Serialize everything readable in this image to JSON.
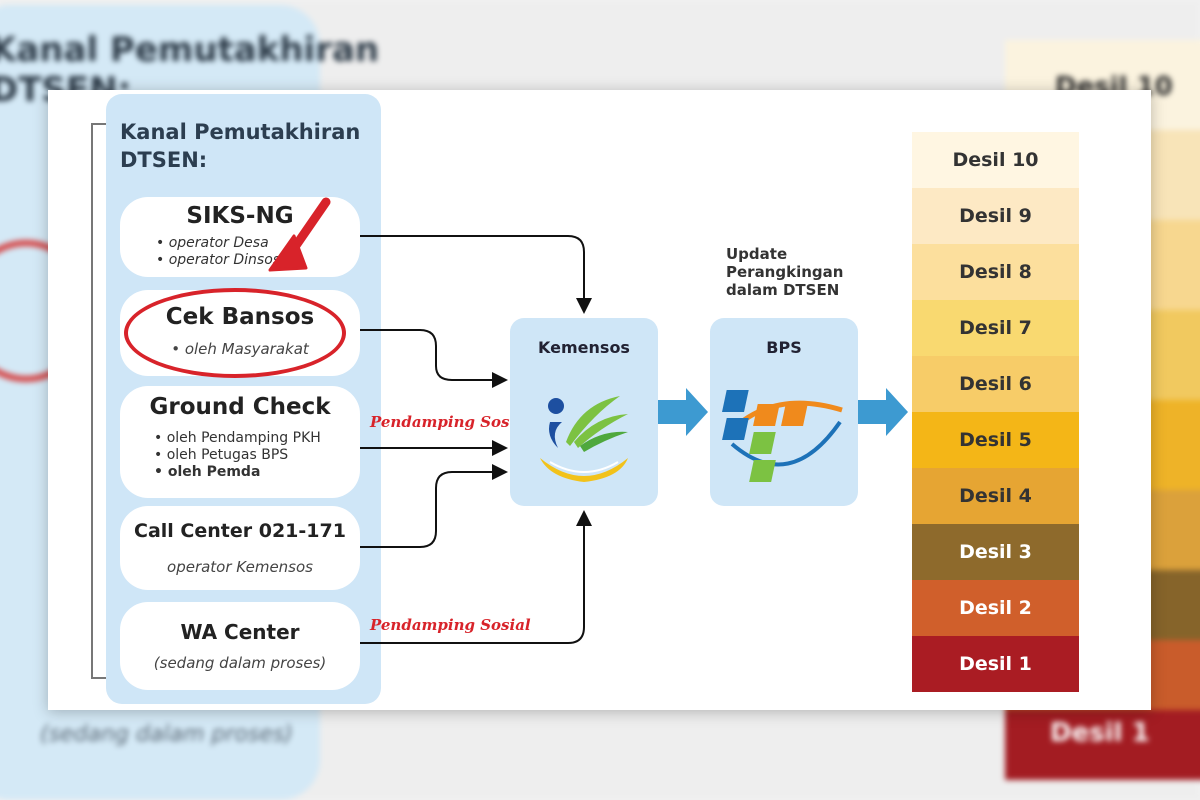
{
  "background": {
    "title": "Kanal Pemutakhiran\nDTSEN:",
    "process_text": "(sedang dalam proses)",
    "desil_top": "Desil 10",
    "desil_bottom": "Desil 1"
  },
  "kanal": {
    "title": "Kanal Pemutakhiran DTSEN:",
    "channels": [
      {
        "title": "SIKS-NG",
        "items": [
          "operator Desa",
          "operator Dinsos"
        ]
      },
      {
        "title": "Cek Bansos",
        "subtitle": "oleh Masyarakat",
        "highlighted": true
      },
      {
        "title": "Ground Check",
        "items": [
          "oleh Pendamping PKH",
          "oleh Petugas BPS",
          "oleh Pemda"
        ]
      },
      {
        "title": "Call Center 021-171",
        "subtitle": "operator Kemensos"
      },
      {
        "title": "WA Center",
        "subtitle": "(sedang dalam proses)"
      }
    ]
  },
  "pendamping_label": "Pendamping Sosial",
  "kemensos": {
    "label": "Kemensos"
  },
  "update_text": "Update Perangkingan dalam DTSEN",
  "bps": {
    "label": "BPS"
  },
  "desil": [
    {
      "label": "Desil 10",
      "color": "#fff6e2",
      "text_color": "#333333"
    },
    {
      "label": "Desil 9",
      "color": "#fde9c4",
      "text_color": "#333333"
    },
    {
      "label": "Desil 8",
      "color": "#fcdf9d",
      "text_color": "#333333"
    },
    {
      "label": "Desil 7",
      "color": "#f9d970",
      "text_color": "#333333"
    },
    {
      "label": "Desil 6",
      "color": "#f7cc68",
      "text_color": "#333333"
    },
    {
      "label": "Desil 5",
      "color": "#f4b617",
      "text_color": "#333333"
    },
    {
      "label": "Desil 4",
      "color": "#e6a533",
      "text_color": "#333333"
    },
    {
      "label": "Desil 3",
      "color": "#8e6a2c",
      "text_color": "#ffffff"
    },
    {
      "label": "Desil 2",
      "color": "#d05f2b",
      "text_color": "#ffffff"
    },
    {
      "label": "Desil 1",
      "color": "#aa1c23",
      "text_color": "#ffffff"
    }
  ],
  "colors": {
    "accent_blue": "#3d9ad1",
    "highlight_red": "#d8232a",
    "panel": "#cfe6f7"
  }
}
